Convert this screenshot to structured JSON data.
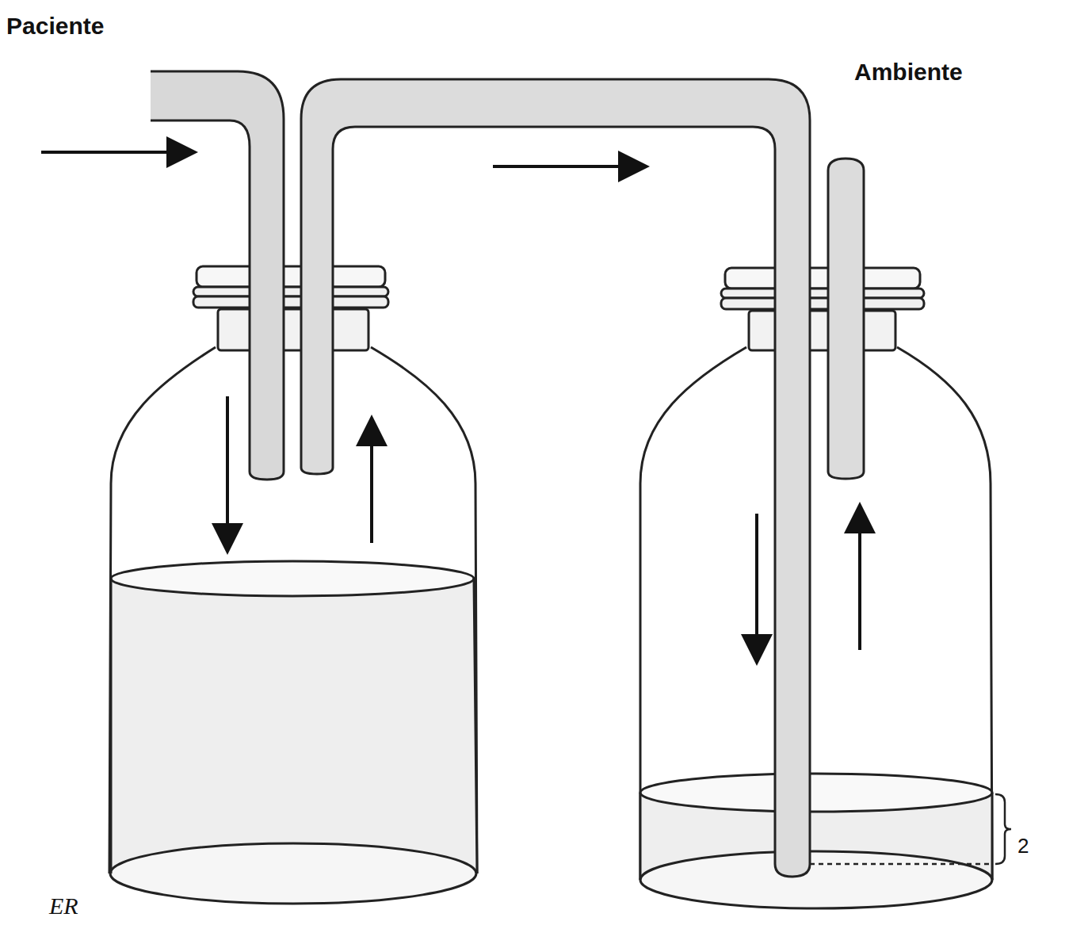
{
  "diagram": {
    "labels": [
      "Paciente",
      "Ambiente",
      "2",
      "ER"
    ]
  }
}
